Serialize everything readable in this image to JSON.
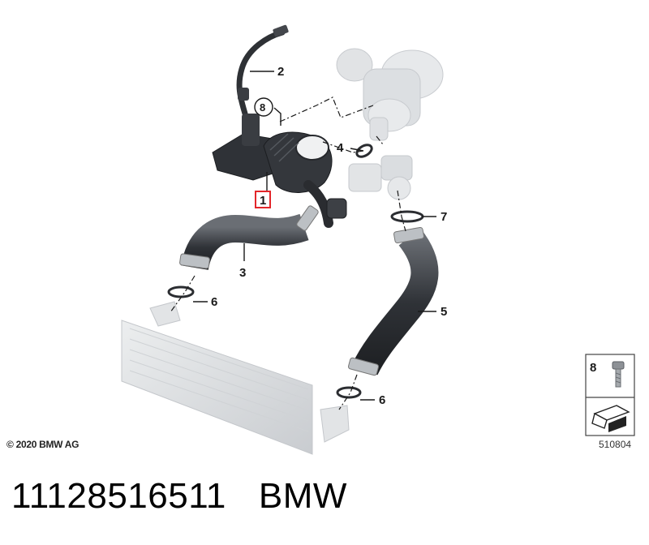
{
  "callouts": [
    {
      "id": "1",
      "highlighted": true
    },
    {
      "id": "2"
    },
    {
      "id": "3"
    },
    {
      "id": "4"
    },
    {
      "id": "5"
    },
    {
      "id": "6"
    },
    {
      "id": "6"
    },
    {
      "id": "7"
    },
    {
      "id": "8"
    }
  ],
  "legend": {
    "item_number": "8"
  },
  "copyright": "© 2020 BMW AG",
  "diagram_number": "510804",
  "part": {
    "number": "11128516511",
    "brand": "BMW"
  },
  "colors": {
    "highlight": "#e3262a",
    "part_dark": "#3b3e43",
    "ghost": "#d6d8da"
  }
}
